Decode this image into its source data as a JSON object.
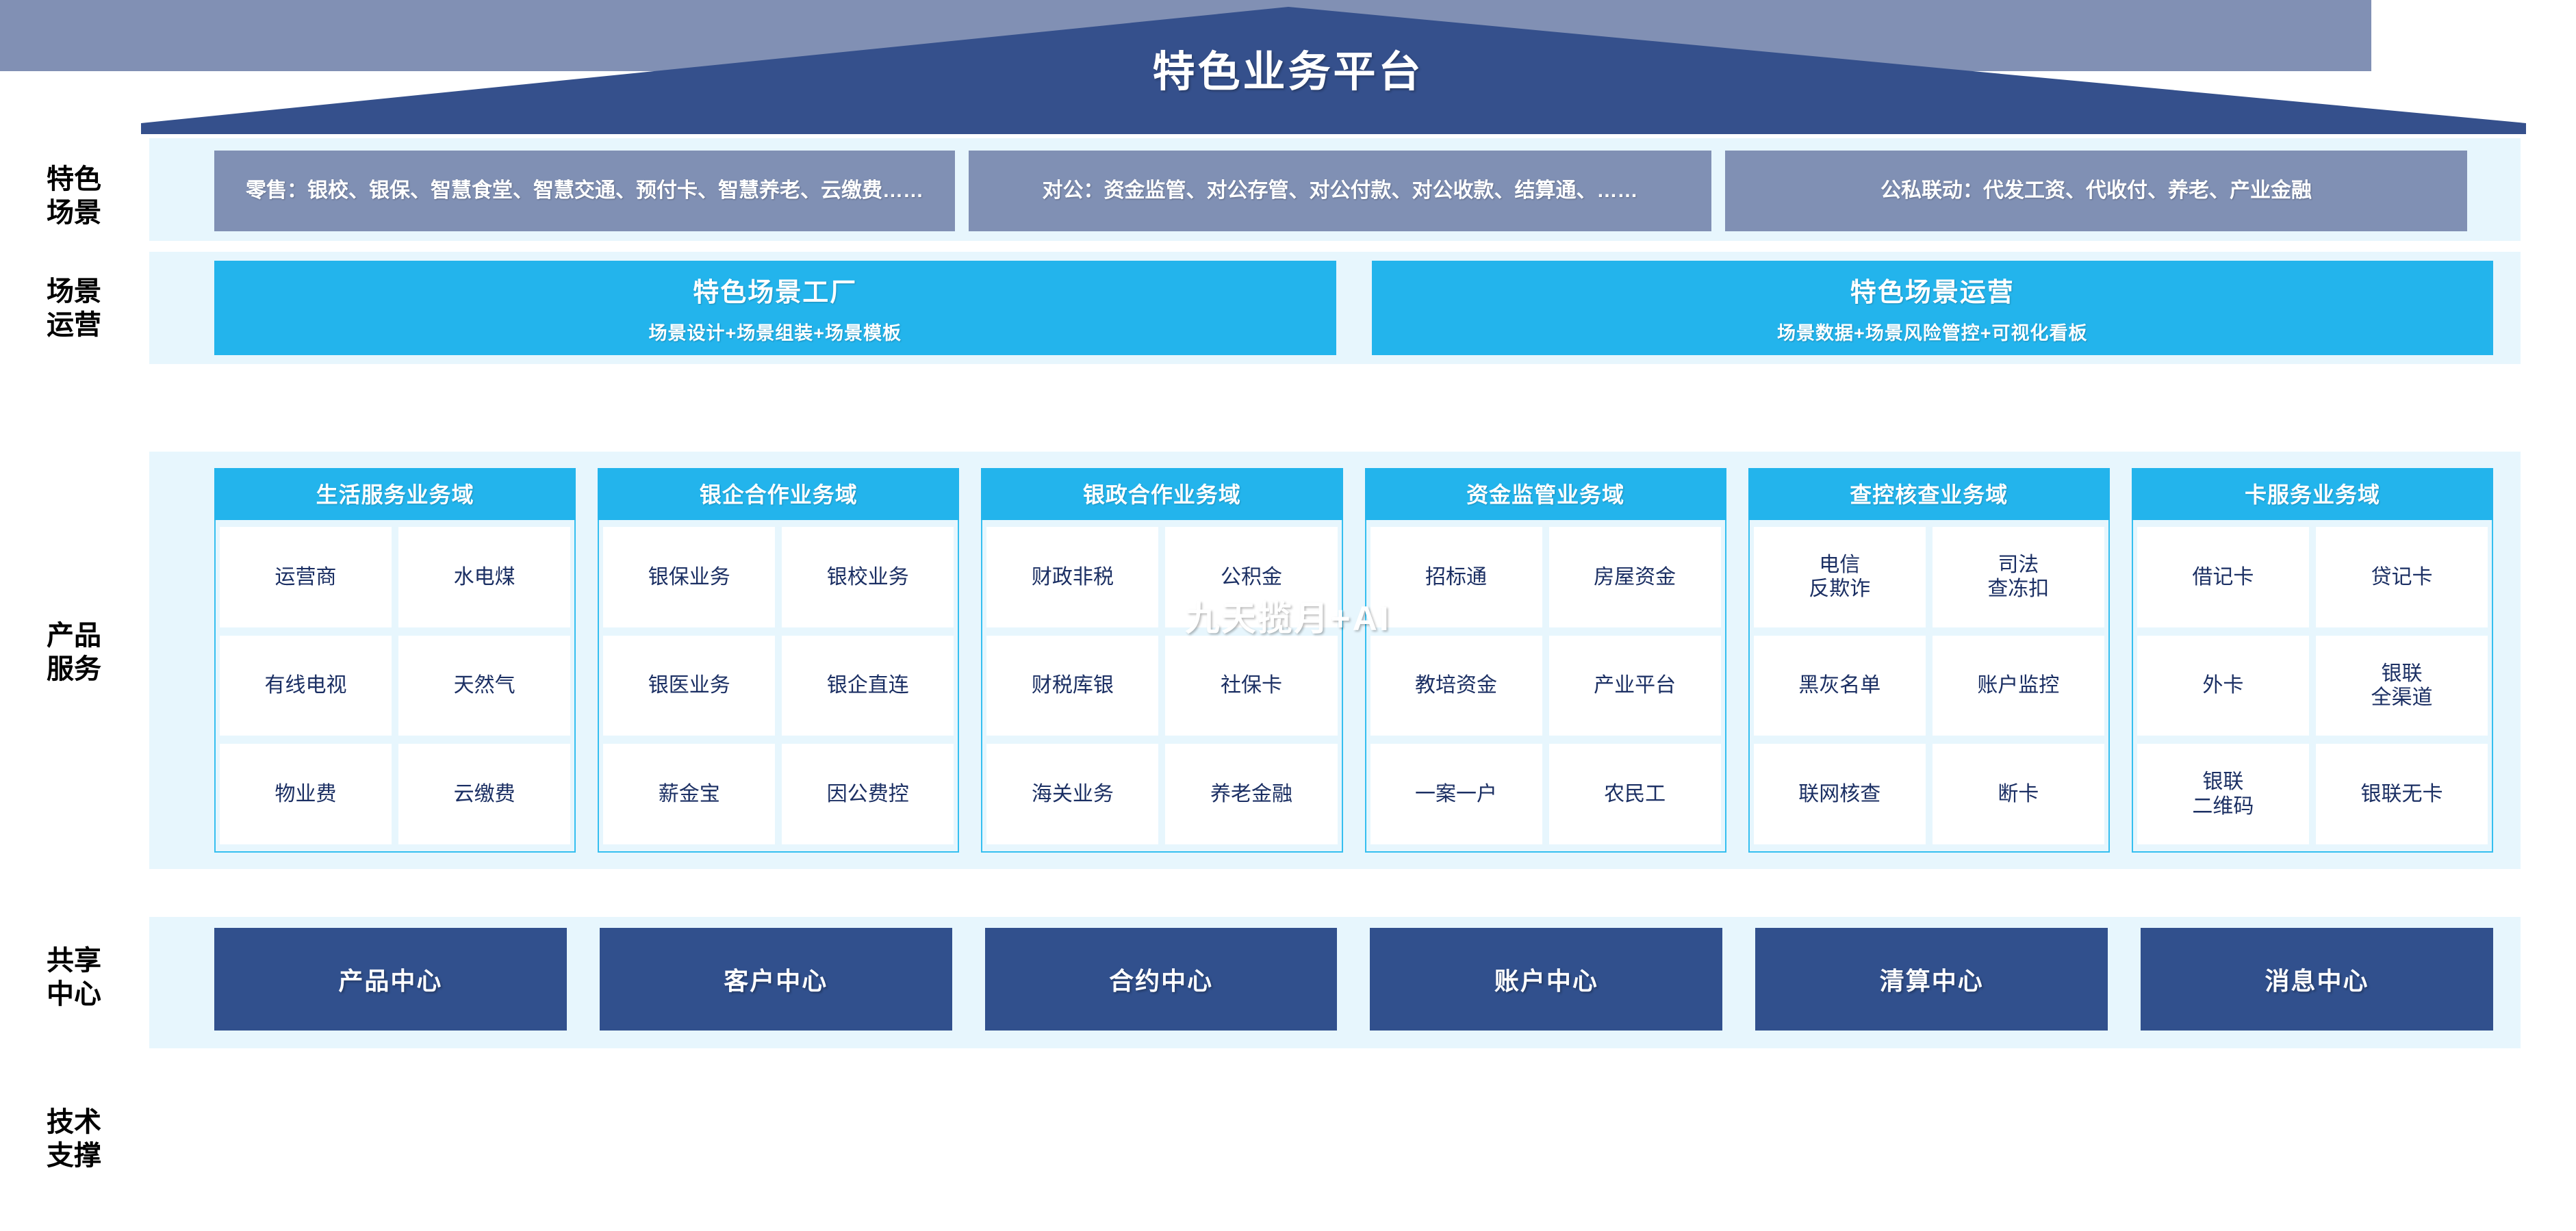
{
  "banner": {
    "title": "特色业务平台",
    "color": "#35508c"
  },
  "row_labels": {
    "scenarios": "特色\n场景",
    "operation": "场景\n运营",
    "products": "产品\n服务",
    "shared": "共享\n中心",
    "technology": "技术\n支撑"
  },
  "scenarios": {
    "boxes": [
      {
        "text": "零售：银校、银保、智慧食堂、智慧交通、预付卡、智慧养老、云缴费……"
      },
      {
        "text": "对公：资金监管、对公存管、对公付款、对公收款、结算通、……"
      },
      {
        "text": "公私联动：代发工资、代收付、养老、产业金融"
      }
    ],
    "color": "#8090b4"
  },
  "operation": {
    "bars": [
      {
        "title": "特色场景工厂",
        "subtitle": "场景设计+场景组装+场景模板"
      },
      {
        "title": "特色场景运营",
        "subtitle": "场景数据+场景风险管控+可视化看板"
      }
    ],
    "color": "#23b4ec"
  },
  "products": {
    "header_color": "#23b4ec",
    "columns": [
      {
        "title": "生活服务业务域",
        "cells": [
          "运营商",
          "水电煤",
          "有线电视",
          "天然气",
          "物业费",
          "云缴费"
        ]
      },
      {
        "title": "银企合作业务域",
        "cells": [
          "银保业务",
          "银校业务",
          "银医业务",
          "银企直连",
          "薪金宝",
          "因公费控"
        ]
      },
      {
        "title": "银政合作业务域",
        "cells": [
          "财政非税",
          "公积金",
          "财税库银",
          "社保卡",
          "海关业务",
          "养老金融"
        ]
      },
      {
        "title": "资金监管业务域",
        "cells": [
          "招标通",
          "房屋资金",
          "教培资金",
          "产业平台",
          "一案一户",
          "农民工"
        ]
      },
      {
        "title": "查控核查业务域",
        "cells": [
          "电信\n反欺诈",
          "司法\n查冻扣",
          "黑灰名单",
          "账户监控",
          "联网核查",
          "断卡"
        ]
      },
      {
        "title": "卡服务业务域",
        "cells": [
          "借记卡",
          "贷记卡",
          "外卡",
          "银联\n全渠道",
          "银联\n二维码",
          "银联无卡"
        ]
      }
    ]
  },
  "shared_centers": {
    "color": "#31508d",
    "items": [
      "产品中心",
      "客户中心",
      "合约中心",
      "账户中心",
      "清算中心",
      "消息中心"
    ]
  },
  "technology": {
    "label": "九天揽月+AI",
    "color": "#8190b4"
  }
}
